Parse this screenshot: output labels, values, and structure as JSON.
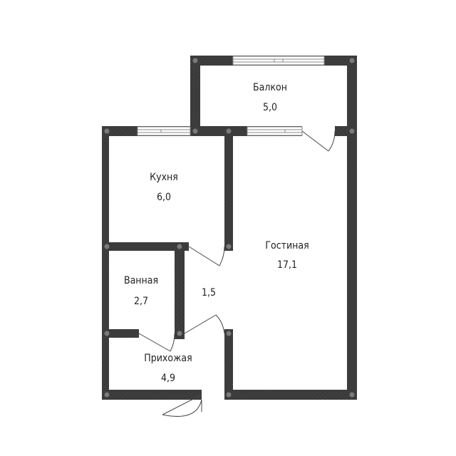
{
  "rooms": {
    "balcony": {
      "name": "Балкон",
      "area": "5,0"
    },
    "kitchen": {
      "name": "Кухня",
      "area": "6,0"
    },
    "living": {
      "name": "Гостиная",
      "area": "17,1"
    },
    "bathroom": {
      "name": "Ванная",
      "area": "2,7"
    },
    "corridor": {
      "name": "",
      "area": "1,5"
    },
    "hallway": {
      "name": "Прихожая",
      "area": "4,9"
    }
  },
  "colors": {
    "wall": "#3a3a3a",
    "wall_hatch": "#4a4a4a",
    "joint": "#7a7a7a",
    "door": "#444444",
    "window": "#888888"
  }
}
